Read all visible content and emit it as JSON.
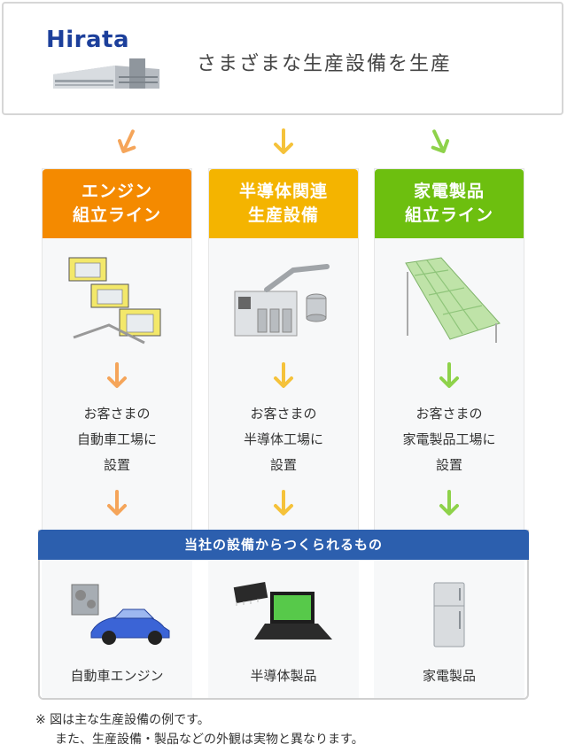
{
  "header": {
    "logo_text": "Hirata",
    "title": "さまざまな生産設備を生産"
  },
  "columns": [
    {
      "heading_line1": "エンジン",
      "heading_line2": "組立ライン",
      "heading_color": "#f48a00",
      "arrow_color": "#f5a55a",
      "desc_line1": "お客さまの",
      "desc_line2": "自動車工場に",
      "desc_line3": "設置",
      "product_label": "自動車エンジン"
    },
    {
      "heading_line1": "半導体関連",
      "heading_line2": "生産設備",
      "heading_color": "#f4b400",
      "arrow_color": "#f5c23a",
      "desc_line1": "お客さまの",
      "desc_line2": "半導体工場に",
      "desc_line3": "設置",
      "product_label": "半導体製品"
    },
    {
      "heading_line1": "家電製品",
      "heading_line2": "組立ライン",
      "heading_color": "#6dbf0f",
      "arrow_color": "#8ed24a",
      "desc_line1": "お客さまの",
      "desc_line2": "家電製品工場に",
      "desc_line3": "設置",
      "product_label": "家電製品"
    }
  ],
  "products_heading": "当社の設備からつくられるもの",
  "products_heading_color": "#2c5fae",
  "note": {
    "line1": "※ 図は主な生産設備の例です。",
    "line2": "また、生産設備・製品などの外観は実物と異なります。"
  }
}
